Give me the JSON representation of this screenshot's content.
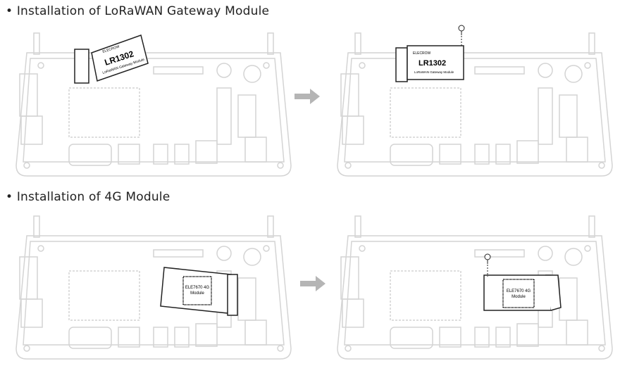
{
  "sections": [
    {
      "heading": "• Installation of LoRaWAN Gateway Module",
      "module": {
        "brand": "ELECROW",
        "name": "LR1302",
        "subtitle": "LoRaWAN Gateway Module"
      }
    },
    {
      "heading": "• Installation of 4G Module",
      "module": {
        "name_line1": "ELE7670 4G",
        "name_line2": "Module"
      }
    }
  ],
  "colors": {
    "board": "#d4d4d4",
    "module": "#222222",
    "arrow": "#b5b5b5"
  },
  "icons": [
    "screw-icon",
    "arrow-right-icon"
  ]
}
